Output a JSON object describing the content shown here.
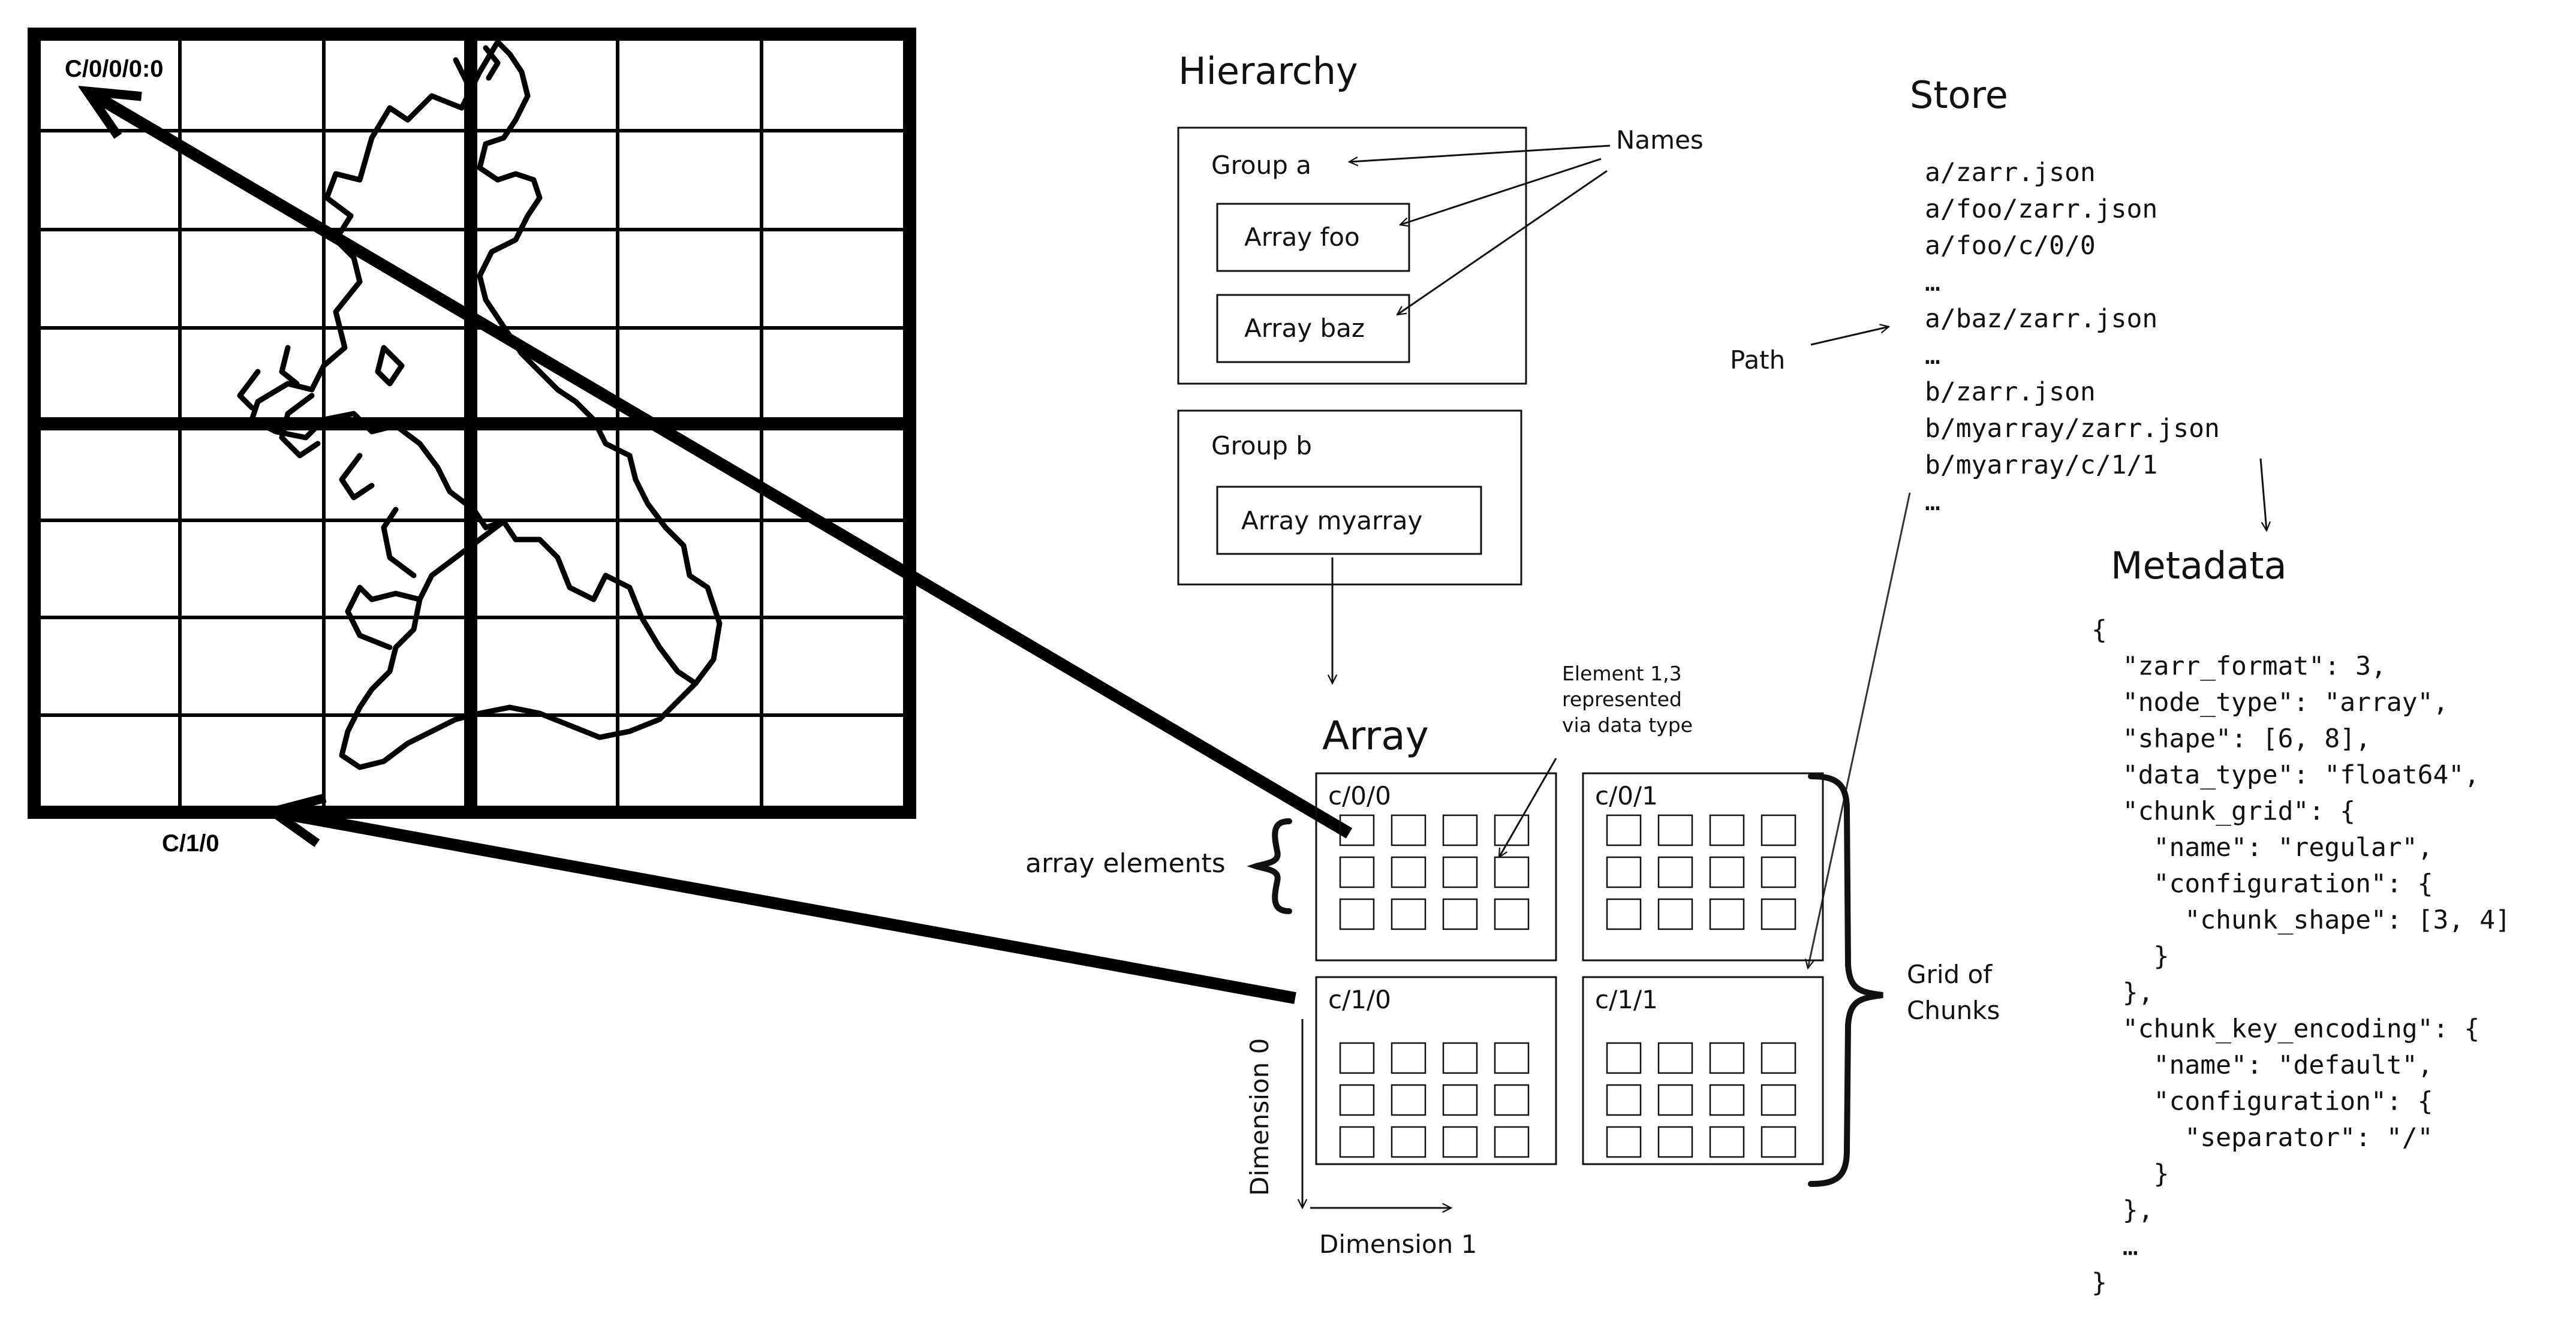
{
  "map_labels": {
    "chunk_00": "C/0/0/0:0",
    "chunk_10": "C/1/0"
  },
  "hierarchy": {
    "title": "Hierarchy",
    "group_a": "Group a",
    "array_foo": "Array foo",
    "array_baz": "Array baz",
    "group_b": "Group b",
    "array_myarray": "Array myarray",
    "names_label": "Names"
  },
  "store": {
    "title": "Store",
    "path_label": "Path",
    "lines": [
      "a/zarr.json",
      "a/foo/zarr.json",
      "a/foo/c/0/0",
      "…",
      "a/baz/zarr.json",
      "…",
      "b/zarr.json",
      "b/myarray/zarr.json",
      "b/myarray/c/1/1",
      "…"
    ]
  },
  "array": {
    "title": "Array",
    "chunks": [
      "c/0/0",
      "c/0/1",
      "c/1/0",
      "c/1/1"
    ],
    "element_note": [
      "Element 1,3",
      "represented",
      "via data type"
    ],
    "array_elements_label": "array elements",
    "grid_label": [
      "Grid of",
      "Chunks"
    ],
    "dimension0": "Dimension 0",
    "dimension1": "Dimension 1"
  },
  "metadata": {
    "title": "Metadata",
    "lines": [
      "{",
      "  \"zarr_format\": 3,",
      "  \"node_type\": \"array\",",
      "  \"shape\": [6, 8],",
      "  \"data_type\": \"float64\",",
      "  \"chunk_grid\": {",
      "    \"name\": \"regular\",",
      "    \"configuration\": {",
      "      \"chunk_shape\": [3, 4]",
      "    }",
      "  },",
      "  \"chunk_key_encoding\": {",
      "    \"name\": \"default\",",
      "    \"configuration\": {",
      "      \"separator\": \"/\"",
      "    }",
      "  },",
      "  …",
      "}"
    ]
  }
}
